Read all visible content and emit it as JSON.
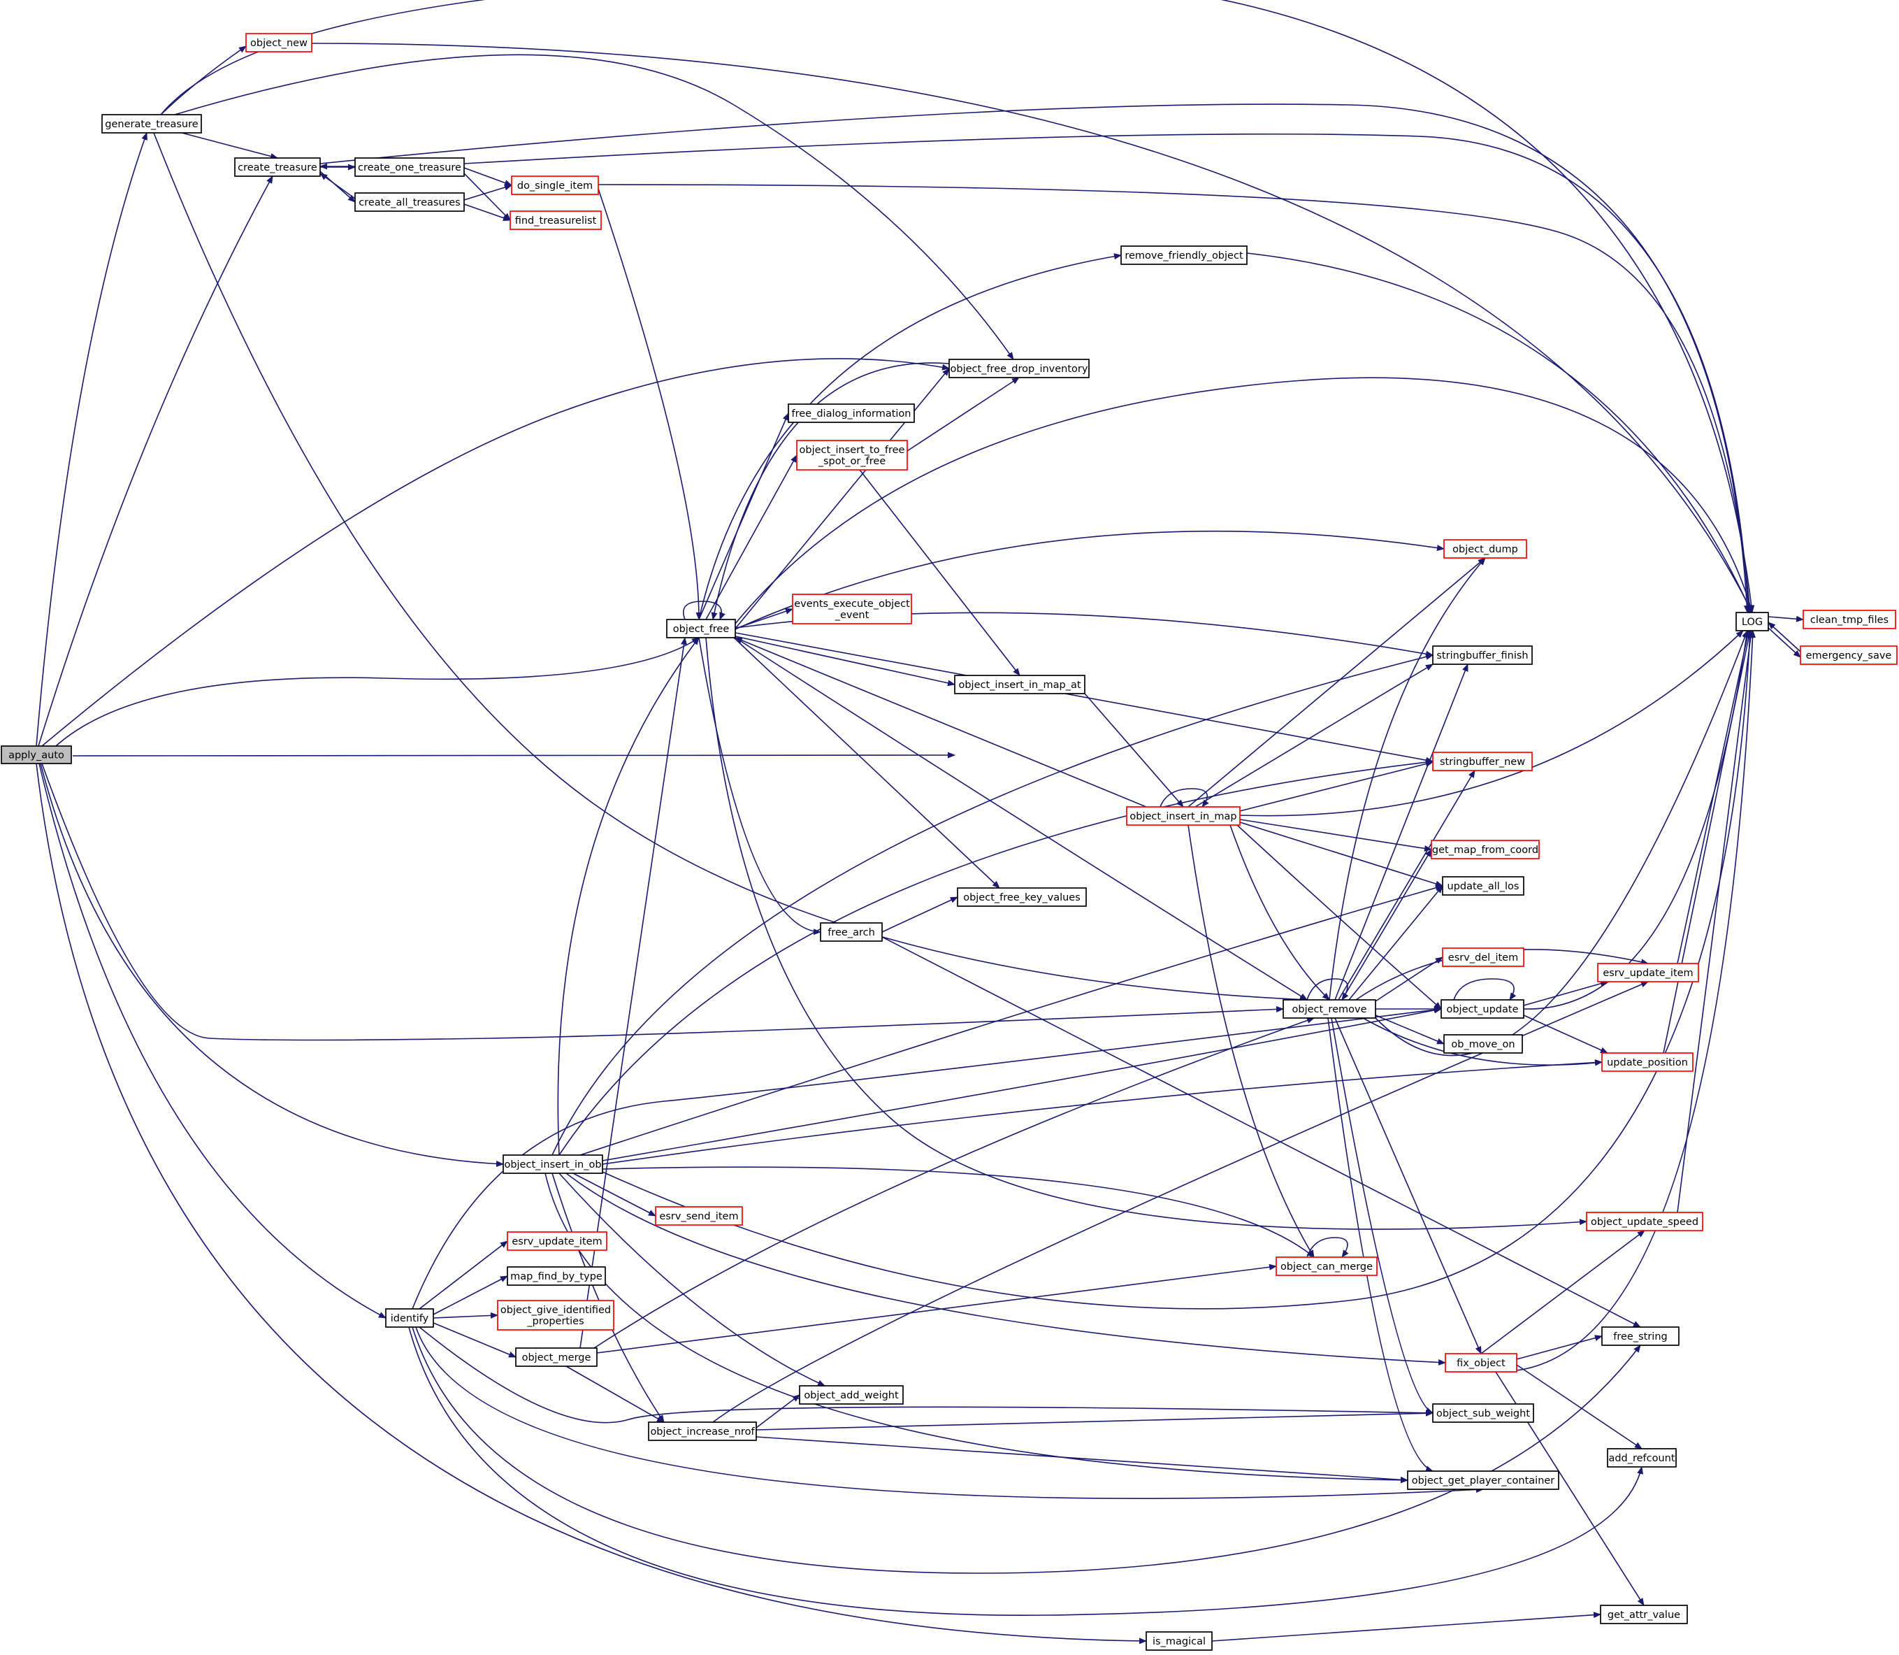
{
  "colors": {
    "edge": "#191970",
    "border_plain": "#000000",
    "border_truncated": "#ff0000",
    "root_fill": "#bfbfbf",
    "node_fill": "#ffffff",
    "text": "#000000"
  },
  "nodes": [
    {
      "id": "apply_auto",
      "lines": [
        "apply_auto"
      ],
      "style": "root"
    },
    {
      "id": "generate_treasure",
      "lines": [
        "generate_treasure"
      ],
      "style": "plain"
    },
    {
      "id": "object_new",
      "lines": [
        "object_new"
      ],
      "style": "truncated"
    },
    {
      "id": "create_treasure",
      "lines": [
        "create_treasure"
      ],
      "style": "plain"
    },
    {
      "id": "create_one_treasure",
      "lines": [
        "create_one_treasure"
      ],
      "style": "plain"
    },
    {
      "id": "create_all_treasures",
      "lines": [
        "create_all_treasures"
      ],
      "style": "plain"
    },
    {
      "id": "do_single_item",
      "lines": [
        "do_single_item"
      ],
      "style": "truncated"
    },
    {
      "id": "find_treasurelist",
      "lines": [
        "find_treasurelist"
      ],
      "style": "truncated"
    },
    {
      "id": "remove_friendly_object",
      "lines": [
        "remove_friendly_object"
      ],
      "style": "plain"
    },
    {
      "id": "object_free_drop_inventory",
      "lines": [
        "object_free_drop_inventory"
      ],
      "style": "plain"
    },
    {
      "id": "free_dialog_information",
      "lines": [
        "free_dialog_information"
      ],
      "style": "plain"
    },
    {
      "id": "object_insert_to_free_spot_or_free",
      "lines": [
        "object_insert_to_free",
        "_spot_or_free"
      ],
      "style": "truncated"
    },
    {
      "id": "object_dump",
      "lines": [
        "object_dump"
      ],
      "style": "truncated"
    },
    {
      "id": "events_execute_object_event",
      "lines": [
        "events_execute_object",
        "_event"
      ],
      "style": "truncated"
    },
    {
      "id": "object_free",
      "lines": [
        "object_free"
      ],
      "style": "plain"
    },
    {
      "id": "stringbuffer_finish",
      "lines": [
        "stringbuffer_finish"
      ],
      "style": "plain"
    },
    {
      "id": "object_insert_in_map_at",
      "lines": [
        "object_insert_in_map_at"
      ],
      "style": "plain"
    },
    {
      "id": "stringbuffer_new",
      "lines": [
        "stringbuffer_new"
      ],
      "style": "truncated"
    },
    {
      "id": "object_insert_in_map",
      "lines": [
        "object_insert_in_map"
      ],
      "style": "truncated"
    },
    {
      "id": "get_map_from_coord",
      "lines": [
        "get_map_from_coord"
      ],
      "style": "truncated"
    },
    {
      "id": "update_all_los",
      "lines": [
        "update_all_los"
      ],
      "style": "plain"
    },
    {
      "id": "object_free_key_values",
      "lines": [
        "object_free_key_values"
      ],
      "style": "plain"
    },
    {
      "id": "free_arch",
      "lines": [
        "free_arch"
      ],
      "style": "plain"
    },
    {
      "id": "esrv_del_item",
      "lines": [
        "esrv_del_item"
      ],
      "style": "truncated"
    },
    {
      "id": "esrv_update_item_r",
      "lines": [
        "esrv_update_item"
      ],
      "style": "truncated"
    },
    {
      "id": "object_remove",
      "lines": [
        "object_remove"
      ],
      "style": "plain"
    },
    {
      "id": "object_update",
      "lines": [
        "object_update"
      ],
      "style": "plain"
    },
    {
      "id": "ob_move_on",
      "lines": [
        "ob_move_on"
      ],
      "style": "plain"
    },
    {
      "id": "update_position",
      "lines": [
        "update_position"
      ],
      "style": "truncated"
    },
    {
      "id": "object_insert_in_ob",
      "lines": [
        "object_insert_in_ob"
      ],
      "style": "plain"
    },
    {
      "id": "esrv_send_item",
      "lines": [
        "esrv_send_item"
      ],
      "style": "truncated"
    },
    {
      "id": "object_update_speed",
      "lines": [
        "object_update_speed"
      ],
      "style": "truncated"
    },
    {
      "id": "esrv_update_item_l",
      "lines": [
        "esrv_update_item"
      ],
      "style": "truncated"
    },
    {
      "id": "object_can_merge",
      "lines": [
        "object_can_merge"
      ],
      "style": "truncated"
    },
    {
      "id": "map_find_by_type",
      "lines": [
        "map_find_by_type"
      ],
      "style": "plain"
    },
    {
      "id": "identify",
      "lines": [
        "identify"
      ],
      "style": "plain"
    },
    {
      "id": "object_give_identified_properties",
      "lines": [
        "object_give_identified",
        "_properties"
      ],
      "style": "truncated"
    },
    {
      "id": "free_string",
      "lines": [
        "free_string"
      ],
      "style": "plain"
    },
    {
      "id": "object_merge",
      "lines": [
        "object_merge"
      ],
      "style": "plain"
    },
    {
      "id": "fix_object",
      "lines": [
        "fix_object"
      ],
      "style": "truncated"
    },
    {
      "id": "object_add_weight",
      "lines": [
        "object_add_weight"
      ],
      "style": "plain"
    },
    {
      "id": "object_sub_weight",
      "lines": [
        "object_sub_weight"
      ],
      "style": "plain"
    },
    {
      "id": "object_increase_nrof",
      "lines": [
        "object_increase_nrof"
      ],
      "style": "plain"
    },
    {
      "id": "add_refcount",
      "lines": [
        "add_refcount"
      ],
      "style": "plain"
    },
    {
      "id": "object_get_player_container",
      "lines": [
        "object_get_player_container"
      ],
      "style": "plain"
    },
    {
      "id": "get_attr_value",
      "lines": [
        "get_attr_value"
      ],
      "style": "plain"
    },
    {
      "id": "is_magical",
      "lines": [
        "is_magical"
      ],
      "style": "plain"
    },
    {
      "id": "LOG",
      "lines": [
        "LOG"
      ],
      "style": "plain"
    },
    {
      "id": "clean_tmp_files",
      "lines": [
        "clean_tmp_files"
      ],
      "style": "truncated"
    },
    {
      "id": "emergency_save",
      "lines": [
        "emergency_save"
      ],
      "style": "truncated"
    }
  ],
  "edges": [
    [
      "apply_auto",
      "generate_treasure"
    ],
    [
      "apply_auto",
      "create_treasure"
    ],
    [
      "apply_auto",
      "object_free_drop_inventory"
    ],
    [
      "apply_auto",
      "object_free"
    ],
    [
      "apply_auto",
      "object_insert_in_map_at"
    ],
    [
      "apply_auto",
      "object_remove"
    ],
    [
      "apply_auto",
      "object_insert_in_ob"
    ],
    [
      "apply_auto",
      "identify"
    ],
    [
      "apply_auto",
      "is_magical"
    ],
    [
      "generate_treasure",
      "object_new"
    ],
    [
      "generate_treasure",
      "create_treasure"
    ],
    [
      "generate_treasure",
      "object_free_drop_inventory"
    ],
    [
      "generate_treasure",
      "LOG"
    ],
    [
      "generate_treasure",
      "object_remove"
    ],
    [
      "object_new",
      "LOG"
    ],
    [
      "create_treasure",
      "create_one_treasure"
    ],
    [
      "create_treasure",
      "create_all_treasures"
    ],
    [
      "create_treasure",
      "LOG"
    ],
    [
      "create_one_treasure",
      "create_treasure"
    ],
    [
      "create_one_treasure",
      "do_single_item"
    ],
    [
      "create_one_treasure",
      "find_treasurelist"
    ],
    [
      "create_one_treasure",
      "LOG"
    ],
    [
      "create_all_treasures",
      "create_treasure"
    ],
    [
      "create_all_treasures",
      "do_single_item"
    ],
    [
      "create_all_treasures",
      "find_treasurelist"
    ],
    [
      "do_single_item",
      "LOG"
    ],
    [
      "do_single_item",
      "object_free"
    ],
    [
      "remove_friendly_object",
      "LOG"
    ],
    [
      "object_free",
      "remove_friendly_object"
    ],
    [
      "object_free",
      "object_free_drop_inventory"
    ],
    [
      "object_free",
      "free_dialog_information"
    ],
    [
      "object_free",
      "object_insert_to_free_spot_or_free"
    ],
    [
      "object_free",
      "object_dump"
    ],
    [
      "object_free",
      "LOG"
    ],
    [
      "object_free",
      "events_execute_object_event"
    ],
    [
      "object_free",
      "stringbuffer_finish"
    ],
    [
      "object_free",
      "object_insert_in_map_at"
    ],
    [
      "object_free",
      "stringbuffer_new"
    ],
    [
      "object_free",
      "object_free_key_values"
    ],
    [
      "object_free",
      "free_arch"
    ],
    [
      "object_free",
      "object_remove"
    ],
    [
      "object_free",
      "object_update_speed"
    ],
    [
      "object_free",
      "object_free"
    ],
    [
      "object_free_drop_inventory",
      "object_free"
    ],
    [
      "object_insert_to_free_spot_or_free",
      "object_free_drop_inventory"
    ],
    [
      "object_insert_to_free_spot_or_free",
      "object_insert_in_map_at"
    ],
    [
      "object_insert_in_map_at",
      "object_insert_in_map"
    ],
    [
      "object_insert_in_map",
      "object_free"
    ],
    [
      "object_insert_in_map",
      "object_dump"
    ],
    [
      "object_insert_in_map",
      "stringbuffer_finish"
    ],
    [
      "object_insert_in_map",
      "stringbuffer_new"
    ],
    [
      "object_insert_in_map",
      "LOG"
    ],
    [
      "object_insert_in_map",
      "get_map_from_coord"
    ],
    [
      "object_insert_in_map",
      "update_all_los"
    ],
    [
      "object_insert_in_map",
      "object_remove"
    ],
    [
      "object_insert_in_map",
      "object_update"
    ],
    [
      "object_insert_in_map",
      "object_can_merge"
    ],
    [
      "object_insert_in_map",
      "object_insert_in_map"
    ],
    [
      "free_arch",
      "object_free_key_values"
    ],
    [
      "free_arch",
      "free_string"
    ],
    [
      "object_remove",
      "object_dump"
    ],
    [
      "object_remove",
      "stringbuffer_finish"
    ],
    [
      "object_remove",
      "stringbuffer_new"
    ],
    [
      "object_remove",
      "get_map_from_coord"
    ],
    [
      "object_remove",
      "update_all_los"
    ],
    [
      "object_remove",
      "esrv_del_item"
    ],
    [
      "object_remove",
      "esrv_update_item_r"
    ],
    [
      "object_remove",
      "object_update"
    ],
    [
      "object_remove",
      "ob_move_on"
    ],
    [
      "object_remove",
      "update_position"
    ],
    [
      "object_remove",
      "LOG"
    ],
    [
      "object_remove",
      "fix_object"
    ],
    [
      "object_remove",
      "object_sub_weight"
    ],
    [
      "object_remove",
      "object_get_player_container"
    ],
    [
      "object_remove",
      "object_remove"
    ],
    [
      "object_update",
      "esrv_update_item_r"
    ],
    [
      "object_update",
      "update_position"
    ],
    [
      "object_update",
      "LOG"
    ],
    [
      "object_update",
      "object_update"
    ],
    [
      "esrv_update_item_r",
      "LOG"
    ],
    [
      "update_position",
      "LOG"
    ],
    [
      "object_insert_in_ob",
      "object_free"
    ],
    [
      "object_insert_in_ob",
      "stringbuffer_finish"
    ],
    [
      "object_insert_in_ob",
      "stringbuffer_new"
    ],
    [
      "object_insert_in_ob",
      "update_all_los"
    ],
    [
      "object_insert_in_ob",
      "object_update"
    ],
    [
      "object_insert_in_ob",
      "update_position"
    ],
    [
      "object_insert_in_ob",
      "esrv_send_item"
    ],
    [
      "object_insert_in_ob",
      "object_can_merge"
    ],
    [
      "object_insert_in_ob",
      "LOG"
    ],
    [
      "object_insert_in_ob",
      "fix_object"
    ],
    [
      "object_insert_in_ob",
      "object_add_weight"
    ],
    [
      "object_insert_in_ob",
      "object_increase_nrof"
    ],
    [
      "object_insert_in_ob",
      "object_get_player_container"
    ],
    [
      "object_can_merge",
      "object_can_merge"
    ],
    [
      "object_update_speed",
      "LOG"
    ],
    [
      "identify",
      "esrv_update_item_l"
    ],
    [
      "identify",
      "map_find_by_type"
    ],
    [
      "identify",
      "object_give_identified_properties"
    ],
    [
      "identify",
      "object_merge"
    ],
    [
      "identify",
      "object_update"
    ],
    [
      "identify",
      "free_string"
    ],
    [
      "identify",
      "add_refcount"
    ],
    [
      "identify",
      "object_get_player_container"
    ],
    [
      "identify",
      "object_sub_weight"
    ],
    [
      "object_merge",
      "object_can_merge"
    ],
    [
      "object_merge",
      "object_remove"
    ],
    [
      "object_merge",
      "object_free"
    ],
    [
      "object_merge",
      "object_increase_nrof"
    ],
    [
      "object_increase_nrof",
      "esrv_update_item_r"
    ],
    [
      "object_increase_nrof",
      "object_add_weight"
    ],
    [
      "object_increase_nrof",
      "object_sub_weight"
    ],
    [
      "object_increase_nrof",
      "object_get_player_container"
    ],
    [
      "fix_object",
      "object_update_speed"
    ],
    [
      "fix_object",
      "free_string"
    ],
    [
      "fix_object",
      "add_refcount"
    ],
    [
      "fix_object",
      "get_attr_value"
    ],
    [
      "fix_object",
      "LOG"
    ],
    [
      "is_magical",
      "get_attr_value"
    ],
    [
      "LOG",
      "clean_tmp_files"
    ],
    [
      "LOG",
      "emergency_save"
    ],
    [
      "emergency_save",
      "LOG"
    ]
  ]
}
